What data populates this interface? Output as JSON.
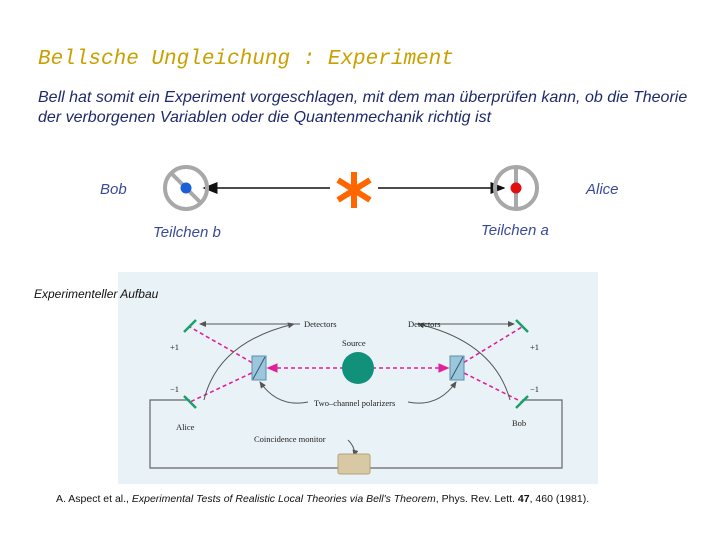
{
  "slide": {
    "title": "Bellsche Ungleichung : Experiment",
    "subtitle": "Bell hat somit ein Experiment vorgeschlagen, mit dem man überprüfen kann, ob die Theorie der verborgenen Variablen oder die Quantenmechanik richtig ist"
  },
  "schematic": {
    "bob_label": "Bob",
    "alice_label": "Alice",
    "particle_b_label": "Teilchen b",
    "particle_a_label": "Teilchen a",
    "colors": {
      "bob_dot": "#1a5fd6",
      "alice_dot": "#e01010",
      "source": "#ff6600",
      "analyzer": "#a8a8a8"
    }
  },
  "apparatus": {
    "caption": "Experimenteller Aufbau",
    "labels": {
      "detectors_left": "Detectors",
      "detectors_right": "Detectors",
      "source": "Source",
      "plus_left": "+1",
      "minus_left": "−1",
      "plus_right": "+1",
      "minus_right": "−1",
      "polarizers": "Two–channel polarizers",
      "alice": "Alice",
      "bob": "Bob",
      "coincidence": "Coincidence monitor"
    },
    "colors": {
      "source": "#12917a",
      "beam": "#e0209a",
      "detector": "#1aa06a",
      "polarizer": "#9cc6dc",
      "monitor": "#d8c9a4"
    }
  },
  "citation": {
    "authors": "A. Aspect et al., ",
    "title": "Experimental Tests of Realistic Local Theories via Bell's Theorem",
    "journal": ", Phys. Rev. Lett. ",
    "volume": "47",
    "pages": ", 460 (1981)."
  }
}
